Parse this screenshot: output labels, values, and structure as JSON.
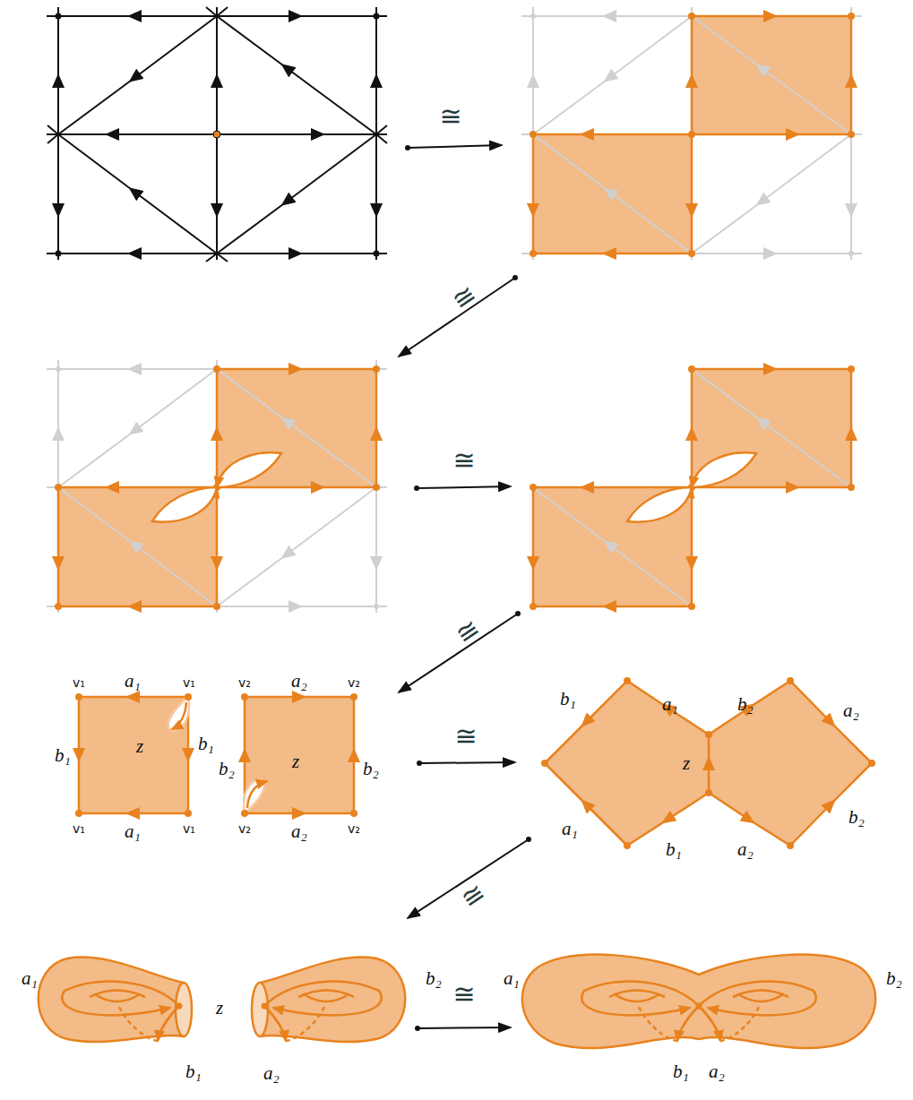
{
  "diagram": {
    "labels": [
      "≅",
      "≅",
      "≅",
      "≅",
      "≅",
      "≅",
      "≅",
      "v₁",
      "a₁",
      "v₁",
      "b₁",
      "b₁",
      "z",
      "v₁",
      "a₁",
      "v₁",
      "v₂",
      "a₂",
      "v₂",
      "b₂",
      "z",
      "b₂",
      "v₂",
      "a₂",
      "v₂",
      "b₁",
      "a₁",
      "b₂",
      "a₂",
      "z",
      "a₁",
      "b₁",
      "a₂",
      "b₂",
      "a₁",
      "z",
      "b₂",
      "b₁",
      "a₂",
      "a₁",
      "b₂",
      "b₁",
      "a₂"
    ]
  }
}
